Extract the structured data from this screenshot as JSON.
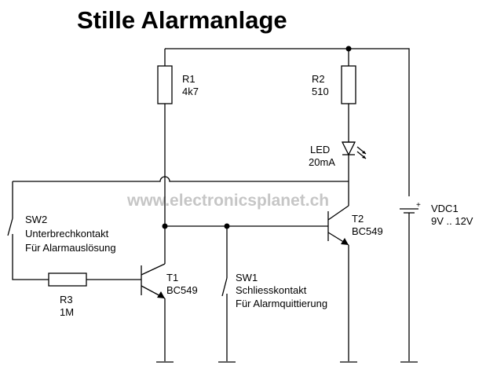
{
  "title": "Stille Alarmanlage",
  "watermark": "www.electronicsplanet.ch",
  "components": {
    "r1": {
      "name": "R1",
      "value": "4k7"
    },
    "r2": {
      "name": "R2",
      "value": "510"
    },
    "r3": {
      "name": "R3",
      "value": "1M"
    },
    "led": {
      "name": "LED",
      "value": "20mA"
    },
    "t1": {
      "name": "T1",
      "value": "BC549"
    },
    "t2": {
      "name": "T2",
      "value": "BC549"
    },
    "vdc1": {
      "name": "VDC1",
      "value": "9V .. 12V",
      "plus": "+"
    },
    "sw1": {
      "name": "SW1",
      "line1": "Schliesskontakt",
      "line2": "Für Alarmquittierung"
    },
    "sw2": {
      "name": "SW2",
      "line1": "Unterbrechkontakt",
      "line2": "Für Alarmauslösung"
    }
  }
}
